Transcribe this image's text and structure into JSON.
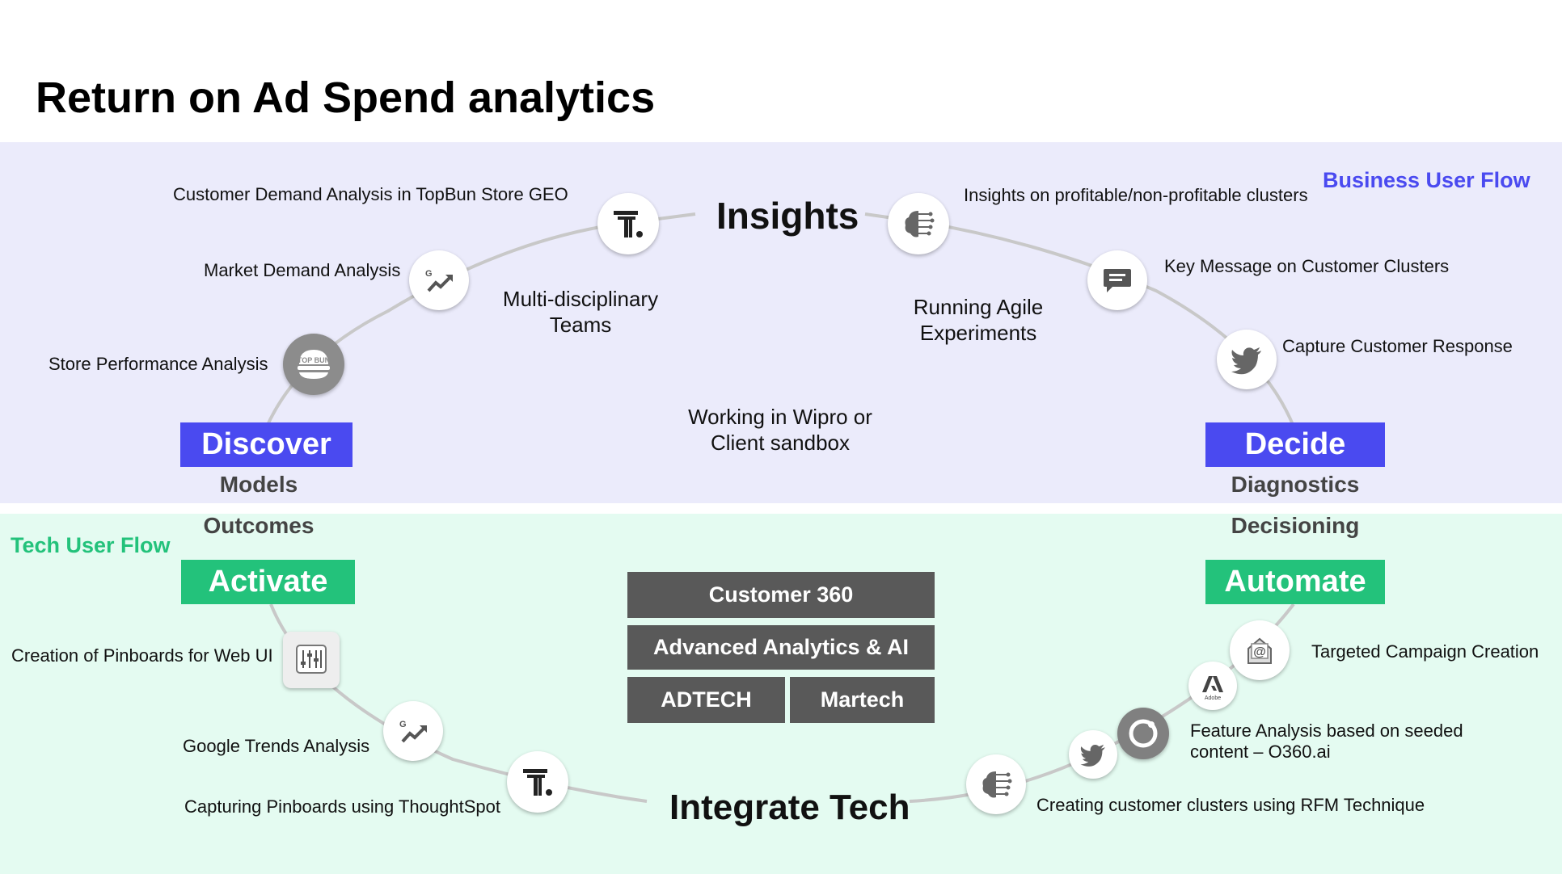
{
  "title": "Return on Ad Spend analytics",
  "flows": {
    "business": "Business User Flow",
    "tech": "Tech User Flow"
  },
  "colors": {
    "business_flow": "#4a4af0",
    "tech_flow": "#23c27b",
    "stack_box": "#595959",
    "top_band": "#ebebfb",
    "bottom_band": "#e4fbf1"
  },
  "stages": {
    "insights": "Insights",
    "integrate": "Integrate Tech",
    "discover": {
      "label": "Discover",
      "sub1": "Models",
      "sub2": "Outcomes"
    },
    "decide": {
      "label": "Decide",
      "sub1": "Diagnostics",
      "sub2": "Decisioning"
    },
    "activate": {
      "label": "Activate"
    },
    "automate": {
      "label": "Automate"
    }
  },
  "center": {
    "multidisciplinary": "Multi-disciplinary Teams",
    "agile": "Running Agile Experiments",
    "sandbox": "Working in Wipro or Client sandbox"
  },
  "stack": {
    "c360": "Customer 360",
    "aai": "Advanced Analytics & AI",
    "adtech": "ADTECH",
    "martech": "Martech"
  },
  "steps": {
    "customer_demand": "Customer Demand Analysis in TopBun Store GEO",
    "market_demand": "Market Demand Analysis",
    "store_perf": "Store Performance Analysis",
    "insights_clusters": "Insights on profitable/non-profitable clusters",
    "key_message": "Key Message on Customer Clusters",
    "capture_response": "Capture Customer Response",
    "pinboards_web": "Creation of Pinboards for Web UI",
    "google_trends": "Google Trends Analysis",
    "capturing_pinboards": "Capturing Pinboards using ThoughtSpot",
    "targeted_campaign": "Targeted Campaign Creation",
    "feature_analysis_1": "Feature Analysis based on seeded",
    "feature_analysis_2": "content – O360.ai",
    "rfm_clusters": "Creating customer clusters using RFM Technique"
  },
  "icons": {
    "thoughtspot": "thoughtspot-logo-icon",
    "google_trends": "google-trends-icon",
    "topbun": "topbun-logo-icon",
    "brain": "ai-brain-icon",
    "message": "chat-message-icon",
    "twitter": "twitter-bird-icon",
    "pinboard": "pinboard-sliders-icon",
    "email": "email-campaign-icon",
    "adobe": "adobe-logo-icon",
    "o360": "o360-ring-icon"
  },
  "badges": {
    "topbun": "TOP BUN",
    "adobe": "Adobe"
  }
}
